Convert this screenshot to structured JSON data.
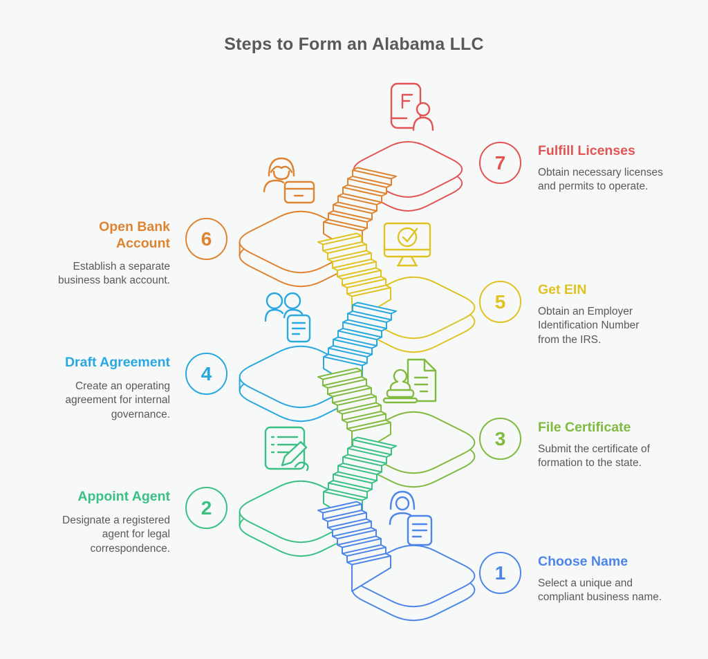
{
  "title": "Steps to Form an Alabama LLC",
  "canvas_background": "#f7f8f8",
  "title_color": "#58595b",
  "description_color": "#56585b",
  "steps": [
    {
      "num": "1",
      "title": "Choose Name",
      "desc": "Select a unique and compliant business name.",
      "color": "#4d86e8",
      "side": "right",
      "icon": "person-document-icon"
    },
    {
      "num": "2",
      "title": "Appoint Agent",
      "desc": "Designate a registered agent for legal correspondence.",
      "color": "#3ac084",
      "side": "left",
      "icon": "checklist-pen-icon"
    },
    {
      "num": "3",
      "title": "File Certificate",
      "desc": "Submit the certificate of formation to the state.",
      "color": "#80ba3f",
      "side": "right",
      "icon": "stamp-document-icon"
    },
    {
      "num": "4",
      "title": "Draft Agreement",
      "desc": "Create an operating agreement for internal governance.",
      "color": "#29a8e0",
      "side": "left",
      "icon": "team-document-icon"
    },
    {
      "num": "5",
      "title": "Get EIN",
      "desc": "Obtain an Employer Identification Number from the IRS.",
      "color": "#e0c323",
      "side": "right",
      "icon": "monitor-check-icon"
    },
    {
      "num": "6",
      "title": "Open Bank Account",
      "desc": "Establish a separate business bank account.",
      "color": "#de8431",
      "side": "left",
      "icon": "person-card-icon"
    },
    {
      "num": "7",
      "title": "Fulfill Licenses",
      "desc": "Obtain necessary licenses and permits to operate.",
      "color": "#e25453",
      "side": "right",
      "icon": "file-person-icon"
    }
  ]
}
